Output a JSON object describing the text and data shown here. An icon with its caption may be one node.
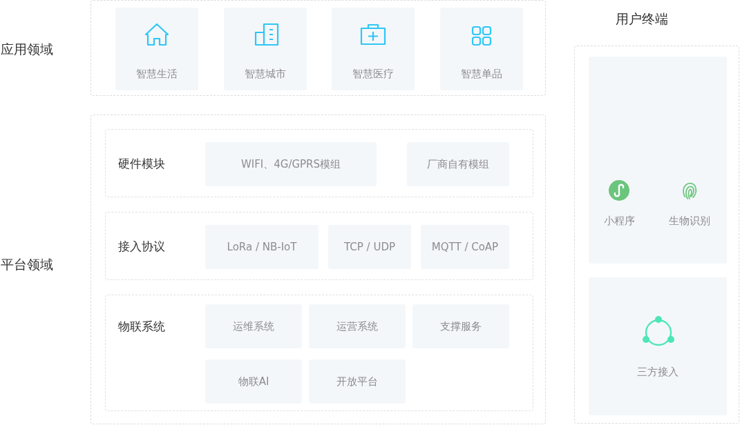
{
  "diagram": {
    "nodes": [
      {
        "text": [
          "应用领域"
        ]
      },
      {
        "text": [
          "智慧生活"
        ],
        "in": 0
      },
      {
        "text": [
          "智慧城市"
        ],
        "in": 0
      },
      {
        "text": [
          "智慧医疗"
        ],
        "in": 0
      },
      {
        "text": [
          "智慧单品"
        ],
        "in": 0
      },
      {
        "text": [
          "平台领域"
        ]
      },
      {
        "text": [
          "硬件模块"
        ],
        "in": 5
      },
      {
        "text": [
          "WIFI、4G/GPRS模组"
        ],
        "in": 6
      },
      {
        "text": [
          "厂商自有模组"
        ],
        "in": 6
      },
      {
        "text": [
          "接入协议"
        ],
        "in": 5
      },
      {
        "text": [
          "LoRa / NB-IoT"
        ],
        "in": 9
      },
      {
        "text": [
          "TCP / UDP"
        ],
        "in": 9
      },
      {
        "text": [
          "MQTT / CoAP"
        ],
        "in": 9
      },
      {
        "text": [
          "物联系统"
        ],
        "in": 5
      },
      {
        "text": [
          "运维系统"
        ],
        "in": 13
      },
      {
        "text": [
          "运营系统"
        ],
        "in": 13
      },
      {
        "text": [
          "支撑服务"
        ],
        "in": 13
      },
      {
        "text": [
          "物联AI"
        ],
        "in": 13
      },
      {
        "text": [
          "开放平台"
        ],
        "in": 13
      },
      {
        "text": [
          "用户终端"
        ]
      },
      {
        "text": [
          "小程序",
          "生物识别"
        ],
        "in": 19
      },
      {
        "text": [
          "三方接入"
        ],
        "in": 19
      }
    ],
    "edges": []
  }
}
